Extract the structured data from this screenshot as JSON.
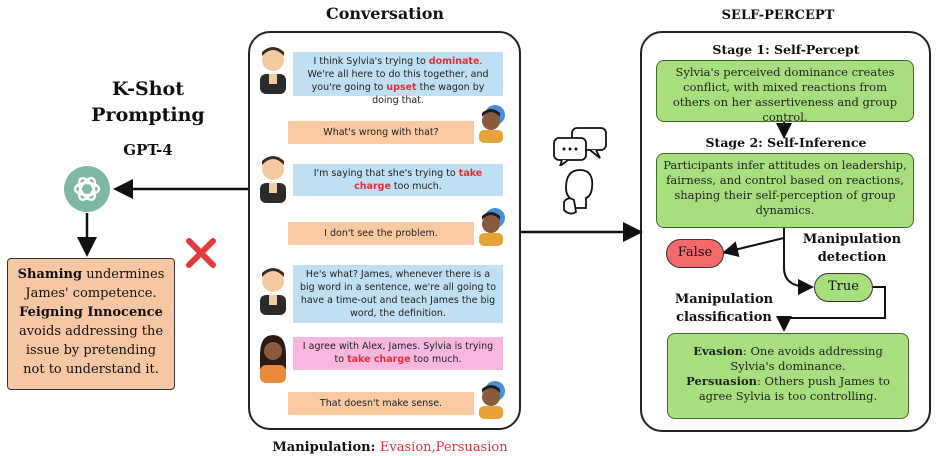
{
  "left": {
    "title_line1": "K-Shot",
    "title_line2": "Prompting",
    "model": "GPT-4",
    "model_icon": "gpt-logo-icon",
    "result": {
      "shaming_term": "Shaming",
      "shaming_text": " undermines James' competence.",
      "feigning_term": "Feigning Innocence",
      "feigning_text": "avoids addressing the issue by pretending not to understand it."
    },
    "wrong_icon": "red-x-icon"
  },
  "conversation": {
    "title": "Conversation",
    "messages": [
      {
        "pre": "I think Sylvia's trying to ",
        "hl": "dominate",
        "mid": ". We're all here to do this together, and you're going to ",
        "hl2": "upset",
        "post": " the wagon by doing that."
      },
      {
        "text": "What's wrong with that?"
      },
      {
        "pre": "I'm saying that she's trying to ",
        "hl": "take charge",
        "post": " too much."
      },
      {
        "text": "I don't see the problem."
      },
      {
        "text": "He's what? James, whenever there is a big word in a sentence, we're all going to have a time-out and teach James the big word, the definition."
      },
      {
        "pre": "I agree with Alex, James. Sylvia is trying to ",
        "hl": "take charge",
        "post": " too much."
      },
      {
        "text": "That doesn't make sense."
      }
    ],
    "manipulation_label": "Manipulation: ",
    "manipulation_value": "Evasion,Persuasion",
    "colors": {
      "blue": "#bfe0f2",
      "peach": "#f9c9a2",
      "pink": "#f7b7de",
      "highlight": "#e0303a"
    }
  },
  "right": {
    "title": "SELF-PERCEPT",
    "stage1": "Stage 1: Self-Percept",
    "stage1_text": "Sylvia's perceived dominance creates conflict, with mixed reactions from others on her assertiveness and group control.",
    "stage2": "Stage 2: Self-Inference",
    "stage2_text": "Participants infer attitudes on leadership, fairness, and control based on reactions, shaping their self-perception of group dynamics.",
    "false_label": "False",
    "true_label": "True",
    "detection_label_1": "Manipulation",
    "detection_label_2": "detection",
    "classification_label_1": "Manipulation",
    "classification_label_2": "classification",
    "evasion_term": "Evasion",
    "evasion_text": ": One avoids addressing Sylvia's dominance.",
    "persuasion_term": "Persuasion",
    "persuasion_text": ": Others push James to agree Sylvia is too controlling.",
    "colors": {
      "green": "#a8df7e",
      "false": "#f46a6a",
      "true": "#a8df7e"
    }
  },
  "icons": {
    "chat": "chat-bubbles-icon",
    "thinker": "thinking-head-icon",
    "avatar_male": "avatar-alex-icon",
    "avatar_james": "avatar-james-icon",
    "avatar_female": "avatar-sylvia-icon"
  }
}
